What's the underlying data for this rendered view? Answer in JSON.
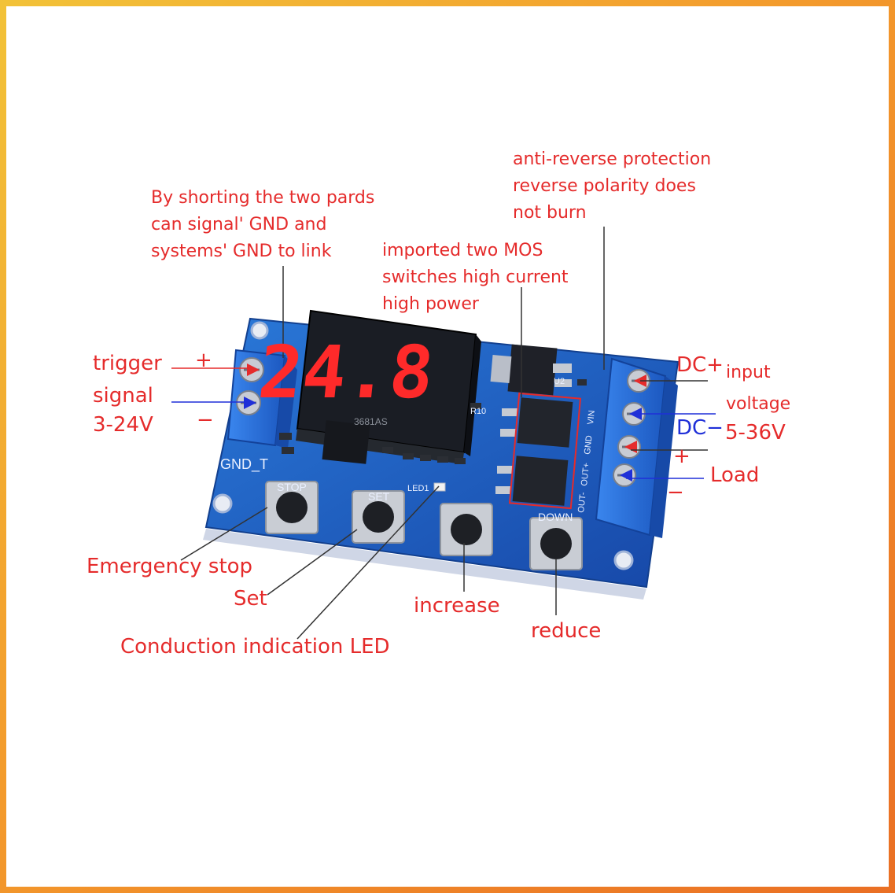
{
  "colors": {
    "annotation_red": "#e52b2b",
    "annotation_blue": "#1f2fd8",
    "pcb_blue": "#1f5fc0",
    "terminal_blue": "#2a6fd6",
    "display_red": "#ff2a2a",
    "frame_gradient_start": "#f2c238",
    "frame_gradient_end": "#ea6f24"
  },
  "display": {
    "digits": "24.8"
  },
  "silkscreen": {
    "gnd_t": "GND_T",
    "stop": "STOP",
    "set": "SET",
    "down": "DOWN",
    "u2": "U2",
    "r10": "R10",
    "vin": "VIN",
    "gnd": "GND",
    "out_plus": "OUT+",
    "out_minus": "OUT-",
    "led1": "LED1",
    "display_part": "3681AS"
  },
  "annotations": {
    "gnd_link": "By shorting the two pards\ncan signal' GND and\nsystems' GND to link",
    "reverse_protection": "anti-reverse protection\nreverse polarity does\nnot burn",
    "mos": "imported two MOS\nswitches high current\nhigh power",
    "trigger": "trigger",
    "trigger_plus": "+",
    "signal": "signal",
    "signal_range": "3-24V",
    "trigger_minus": "−",
    "dc_plus": "DC+",
    "input": "input",
    "voltage": "voltage",
    "dc_minus": "DC−",
    "input_range": "5-36V",
    "load_plus": "+",
    "load": "Load",
    "load_minus": "−",
    "emergency_stop": "Emergency stop",
    "set": "Set",
    "increase": "increase",
    "reduce": "reduce",
    "conduction_led": "Conduction indication LED"
  }
}
